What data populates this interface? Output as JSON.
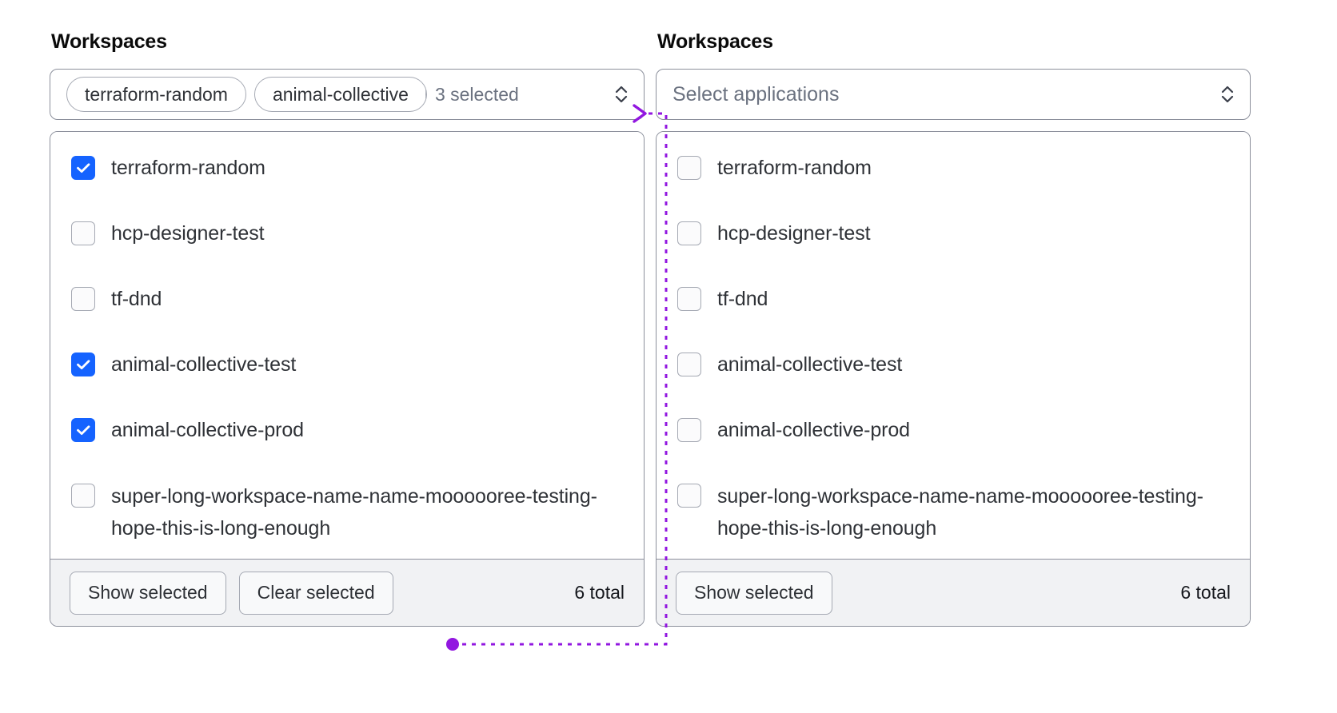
{
  "colors": {
    "checkbox_checked": "#1563ff",
    "annotation": "#9217e0",
    "border": "#8c909c",
    "footer_bg": "#f1f2f4",
    "muted_text": "#6b7280",
    "text": "#2f3237"
  },
  "options": [
    "terraform-random",
    "hcp-designer-test",
    "tf-dnd",
    "animal-collective-test",
    "animal-collective-prod",
    "super-long-workspace-name-name-moooooree-testing-hope-this-is-long-enough"
  ],
  "left": {
    "title": "Workspaces",
    "combo": {
      "chips": [
        "terraform-random",
        "animal-collective"
      ],
      "count_label": "3 selected",
      "chevron_icon": "chevron-up-down-icon"
    },
    "checked": [
      true,
      false,
      false,
      true,
      true,
      false
    ],
    "footer": {
      "show_selected_label": "Show selected",
      "clear_selected_label": "Clear selected",
      "total_label": "6 total"
    }
  },
  "right": {
    "title": "Workspaces",
    "combo": {
      "placeholder": "Select applications",
      "chevron_icon": "chevron-up-down-icon"
    },
    "checked": [
      false,
      false,
      false,
      false,
      false,
      false
    ],
    "footer": {
      "show_selected_label": "Show selected",
      "total_label": "6 total"
    }
  },
  "annotation": {
    "type": "dotted-connector-arrow",
    "color": "#9217e0",
    "description": "dotted line from Clear selected button to right Select applications field"
  }
}
